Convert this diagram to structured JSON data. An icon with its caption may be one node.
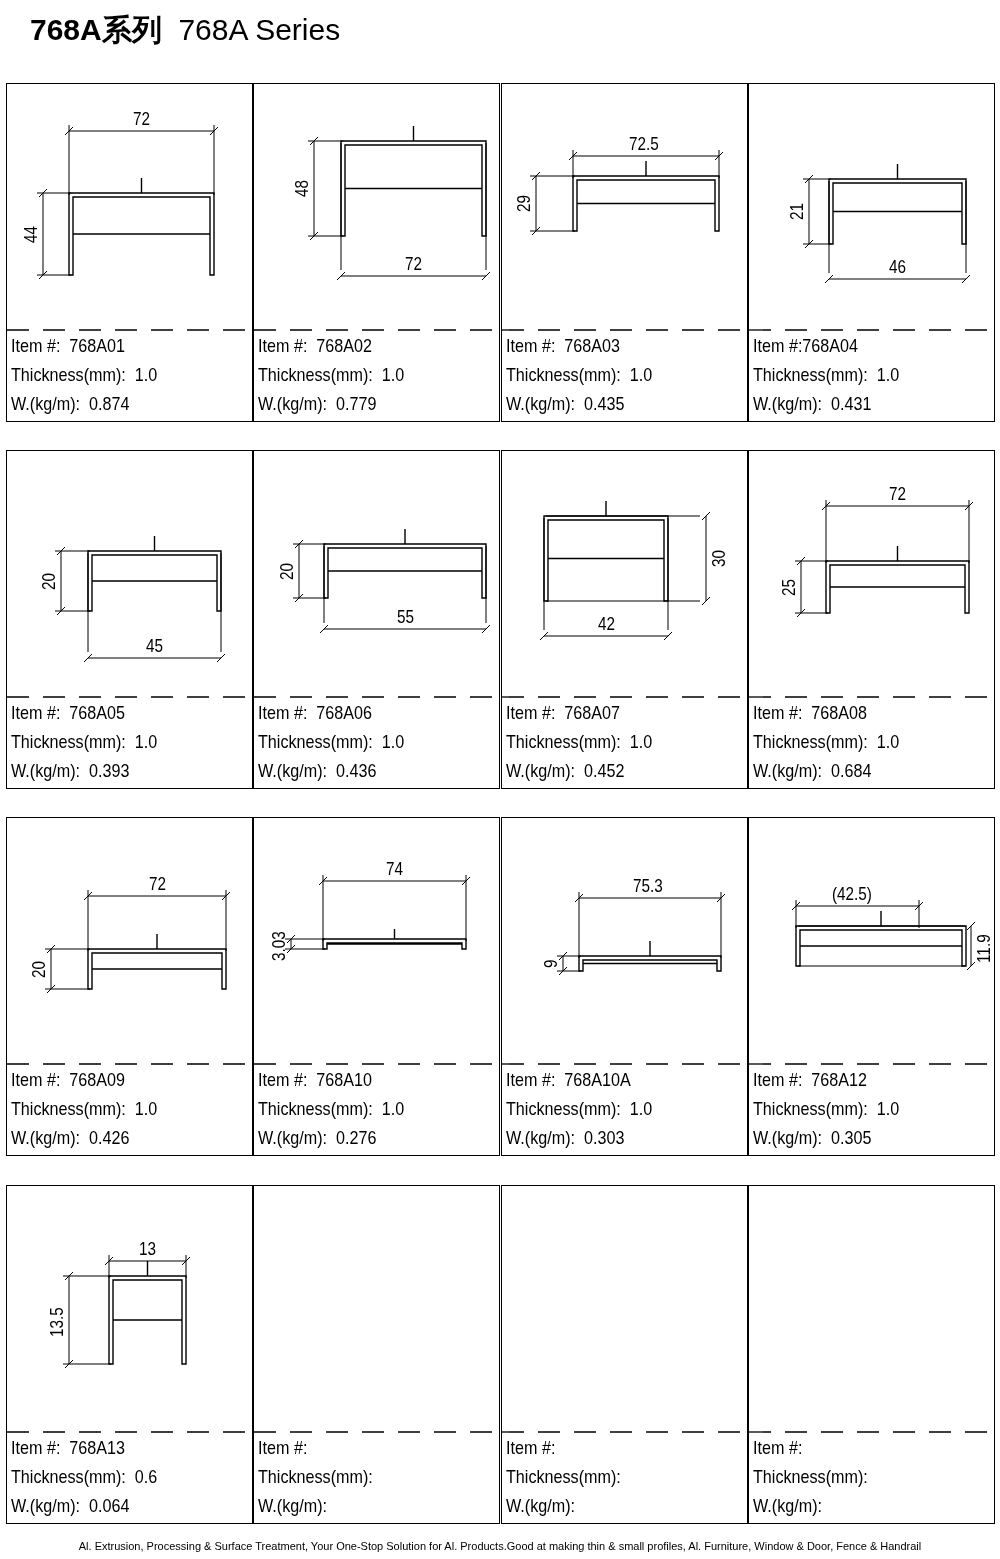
{
  "diagram": {
    "title": "**768A系列**  768A Series",
    "nodes": [
      {
        "text": [
          "Item #:  768A01",
          "Thickness(mm):  1.0",
          "W.(kg/m):  0.874"
        ]
      },
      {
        "text": [
          "Item #:  768A02",
          "Thickness(mm):  1.0",
          "W.(kg/m):  0.779"
        ]
      },
      {
        "text": [
          "Item #:  768A03",
          "Thickness(mm):  1.0",
          "W.(kg/m):  0.435"
        ]
      },
      {
        "text": [
          "Item #:768A04",
          "Thickness(mm):  1.0",
          "W.(kg/m):  0.431"
        ]
      },
      {
        "text": [
          "Item #:  768A05",
          "Thickness(mm):  1.0",
          "W.(kg/m):  0.393"
        ]
      },
      {
        "text": [
          "Item #:  768A06",
          "Thickness(mm):  1.0",
          "W.(kg/m):  0.436"
        ]
      },
      {
        "text": [
          "Item #:  768A07",
          "Thickness(mm):  1.0",
          "W.(kg/m):  0.452"
        ]
      },
      {
        "text": [
          "Item #:  768A08",
          "Thickness(mm):  1.0",
          "W.(kg/m):  0.684"
        ]
      },
      {
        "text": [
          "Item #:  768A09",
          "Thickness(mm):  1.0",
          "W.(kg/m):  0.426"
        ]
      },
      {
        "text": [
          "Item #:  768A10",
          "Thickness(mm):  1.0",
          "W.(kg/m):  0.276"
        ]
      },
      {
        "text": [
          "Item #:  768A10A",
          "Thickness(mm):  1.0",
          "W.(kg/m):  0.303"
        ]
      },
      {
        "text": [
          "Item #:  768A12",
          "Thickness(mm):  1.0",
          "W.(kg/m):  0.305"
        ]
      },
      {
        "text": [
          "Item #:  768A13",
          "Thickness(mm):  0.6",
          "W.(kg/m):  0.064"
        ]
      },
      {
        "text": [
          "Item #:",
          "Thickness(mm):",
          "W.(kg/m):"
        ]
      },
      {
        "text": [
          "Item #:",
          "Thickness(mm):",
          "W.(kg/m):"
        ]
      },
      {
        "text": [
          "Item #:",
          "Thickness(mm):",
          "W.(kg/m):"
        ]
      }
    ],
    "labels": [
      "72",
      "44",
      "48",
      "72",
      "72.5",
      "29",
      "21",
      "46",
      "20",
      "45",
      "20",
      "55",
      "30",
      "42",
      "72",
      "25",
      "72",
      "20",
      "74",
      "3.03",
      "75.3",
      "9",
      "(42.5)",
      "11.9",
      "13",
      "13.5",
      "Al. Extrusion, Processing & Surface Treatment, Your One-Stop Solution for Al. Products.Good at making thin & small profiles, Al. Furniture, Window & Door, Fence & Handrail"
    ]
  }
}
